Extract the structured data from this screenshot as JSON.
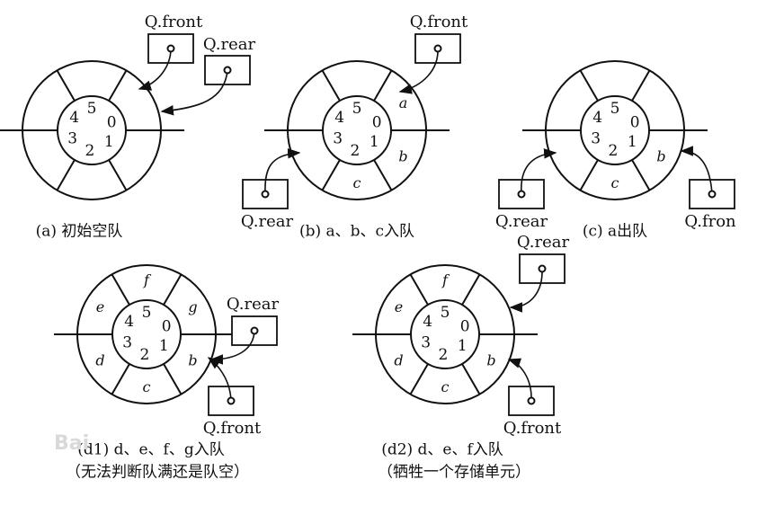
{
  "diagrams": [
    {
      "id": "a",
      "caption": "(a) 初始空队",
      "cells": [
        "",
        "",
        "",
        "",
        "",
        ""
      ],
      "pointers": [
        {
          "label": "Q.front"
        },
        {
          "label": "Q.rear"
        }
      ]
    },
    {
      "id": "b",
      "caption": "(b) a、b、c入队",
      "cells": [
        "a",
        "b",
        "c",
        "",
        "",
        ""
      ],
      "pointers": [
        {
          "label": "Q.front"
        },
        {
          "label": "Q.rear"
        }
      ]
    },
    {
      "id": "c",
      "caption": "(c) a出队",
      "cells": [
        "",
        "b",
        "c",
        "",
        "",
        ""
      ],
      "pointers": [
        {
          "label": "Q.rear"
        },
        {
          "label": "Q.fron"
        }
      ]
    },
    {
      "id": "d1",
      "caption": "(d1) d、e、f、g入队",
      "caption2": "（无法判断队满还是队空）",
      "cells": [
        "g",
        "b",
        "c",
        "d",
        "e",
        "f"
      ],
      "pointers": [
        {
          "label": "Q.rear"
        },
        {
          "label": "Q.front"
        }
      ]
    },
    {
      "id": "d2",
      "caption": "(d2) d、e、f入队",
      "caption2": "（牺牲一个存储单元）",
      "cells": [
        "",
        "b",
        "c",
        "d",
        "e",
        "f"
      ],
      "pointers": [
        {
          "label": "Q.rear"
        },
        {
          "label": "Q.front"
        }
      ]
    }
  ],
  "indices": [
    "0",
    "1",
    "2",
    "3",
    "4",
    "5"
  ],
  "watermark": "Bai"
}
